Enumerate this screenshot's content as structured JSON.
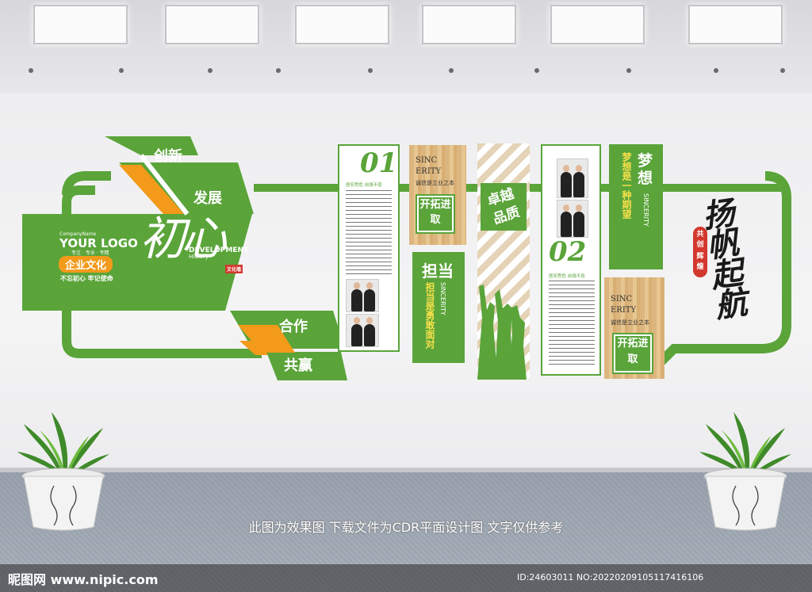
{
  "wall": {
    "headings": {
      "innovation": "创新",
      "development": "发展",
      "cooperation": "合作",
      "win_win": "共赢"
    },
    "logo": {
      "company_name": "CompanyName",
      "logo_text": "YOUR LOGO",
      "tagline": "专注 · 专业 · 专精",
      "culture_title": "企业文化",
      "motto": "不忘初心  牢记使命",
      "calligraphy": "初心",
      "development": "DEVELOPMENT",
      "history": "History",
      "seal": "文化墙"
    },
    "panel_01": {
      "number": "01",
      "caption": "居安思危 自强不息"
    },
    "sincerity_1": {
      "title_a": "SINC",
      "title_b": "ERITY",
      "caption": "诚信是立业之本",
      "badge": "开拓进取"
    },
    "responsibility": {
      "title": "担当",
      "vertical_en": "SINCERITY",
      "vertical_cn": "担当是勇敢面对"
    },
    "excellence": {
      "title": "卓越品质"
    },
    "panel_02": {
      "number": "02",
      "caption": "居安思危 自强不息"
    },
    "dream": {
      "title": "梦想",
      "vertical_cn": "梦想是一种期望",
      "vertical_en": "SINCERITY"
    },
    "sincerity_2": {
      "title_a": "SINC",
      "title_b": "ERITY",
      "caption": "诚信是立业之本",
      "badge": "开拓进取"
    },
    "right_calligraphy": {
      "seal_lines": [
        "共创",
        "辉煌"
      ],
      "text": "扬帆起航"
    }
  },
  "footer": {
    "notice": "此图为效果图 下载文件为CDR平面设计图 文字仅供参考",
    "watermark_left": "昵图网 www.nipic.com",
    "watermark_right": "ID:24603011 NO:20220209105117416106"
  },
  "colors": {
    "brand_green": "#5aa43a",
    "accent_orange": "#f39a1b",
    "wood": "#dcb67f"
  }
}
